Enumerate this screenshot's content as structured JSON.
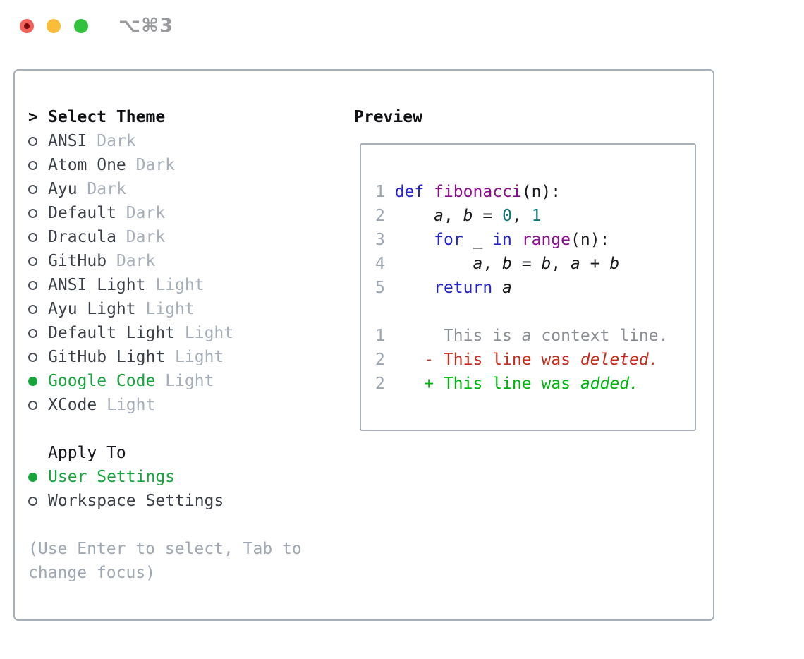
{
  "window": {
    "title": "⌥⌘3",
    "traffic_lights": [
      "close",
      "minimize",
      "zoom"
    ]
  },
  "colors": {
    "accent_green": "#17a43c",
    "keyword_blue": "#2525cd",
    "function_magenta": "#8b0f8b",
    "number_teal": "#0e7575",
    "deleted_red": "#c42d1c",
    "added_green": "#00b30d",
    "muted_gray": "#a6aeba",
    "border_gray": "#a7afb9"
  },
  "theme_picker": {
    "header_prefix": ">",
    "header": "Select Theme",
    "items": [
      {
        "name": "ANSI",
        "variant": "Dark",
        "selected": false
      },
      {
        "name": "Atom One",
        "variant": "Dark",
        "selected": false
      },
      {
        "name": "Ayu",
        "variant": "Dark",
        "selected": false
      },
      {
        "name": "Default",
        "variant": "Dark",
        "selected": false
      },
      {
        "name": "Dracula",
        "variant": "Dark",
        "selected": false
      },
      {
        "name": "GitHub",
        "variant": "Dark",
        "selected": false
      },
      {
        "name": "ANSI Light",
        "variant": "Light",
        "selected": false
      },
      {
        "name": "Ayu Light",
        "variant": "Light",
        "selected": false
      },
      {
        "name": "Default Light",
        "variant": "Light",
        "selected": false
      },
      {
        "name": "GitHub Light",
        "variant": "Light",
        "selected": false
      },
      {
        "name": "Google Code",
        "variant": "Light",
        "selected": true
      },
      {
        "name": "XCode",
        "variant": "Light",
        "selected": false
      }
    ],
    "apply_to": {
      "header": "Apply To",
      "options": [
        {
          "name": "User Settings",
          "selected": true
        },
        {
          "name": "Workspace Settings",
          "selected": false
        }
      ]
    },
    "hint": "(Use Enter to select, Tab to change focus)"
  },
  "preview": {
    "title": "Preview",
    "lines": [
      {
        "segments": [
          [
            "ln",
            "1 "
          ],
          [
            "kw",
            "def"
          ],
          [
            "txt",
            " "
          ],
          [
            "fn",
            "fibonacci"
          ],
          [
            "txt",
            "(n):"
          ]
        ]
      },
      {
        "segments": [
          [
            "ln",
            "2 "
          ],
          [
            "txt",
            "    "
          ],
          [
            "var",
            "a"
          ],
          [
            "txt",
            ", "
          ],
          [
            "var",
            "b"
          ],
          [
            "txt",
            " = "
          ],
          [
            "num",
            "0"
          ],
          [
            "txt",
            ", "
          ],
          [
            "num",
            "1"
          ]
        ]
      },
      {
        "segments": [
          [
            "ln",
            "3 "
          ],
          [
            "txt",
            "    "
          ],
          [
            "kw",
            "for"
          ],
          [
            "txt",
            " _ "
          ],
          [
            "kw",
            "in"
          ],
          [
            "txt",
            " "
          ],
          [
            "fn",
            "range"
          ],
          [
            "txt",
            "(n):"
          ]
        ]
      },
      {
        "segments": [
          [
            "ln",
            "4 "
          ],
          [
            "txt",
            "        "
          ],
          [
            "var",
            "a"
          ],
          [
            "txt",
            ", "
          ],
          [
            "var",
            "b"
          ],
          [
            "txt",
            " = "
          ],
          [
            "var",
            "b"
          ],
          [
            "txt",
            ", "
          ],
          [
            "var",
            "a"
          ],
          [
            "txt",
            " + "
          ],
          [
            "var",
            "b"
          ]
        ]
      },
      {
        "segments": [
          [
            "ln",
            "5 "
          ],
          [
            "txt",
            "    "
          ],
          [
            "kw",
            "return"
          ],
          [
            "txt",
            " "
          ],
          [
            "var",
            "a"
          ]
        ]
      },
      {
        "segments": []
      },
      {
        "segments": [
          [
            "ln",
            "1 "
          ],
          [
            "ctx",
            "     This is "
          ],
          [
            "ctxi",
            "a"
          ],
          [
            "ctx",
            " context line."
          ]
        ]
      },
      {
        "segments": [
          [
            "ln",
            "2 "
          ],
          [
            "del",
            "   - This line was "
          ],
          [
            "deli",
            "deleted."
          ]
        ]
      },
      {
        "segments": [
          [
            "ln",
            "2 "
          ],
          [
            "add",
            "   + This line was "
          ],
          [
            "addi",
            "added."
          ]
        ]
      }
    ]
  }
}
